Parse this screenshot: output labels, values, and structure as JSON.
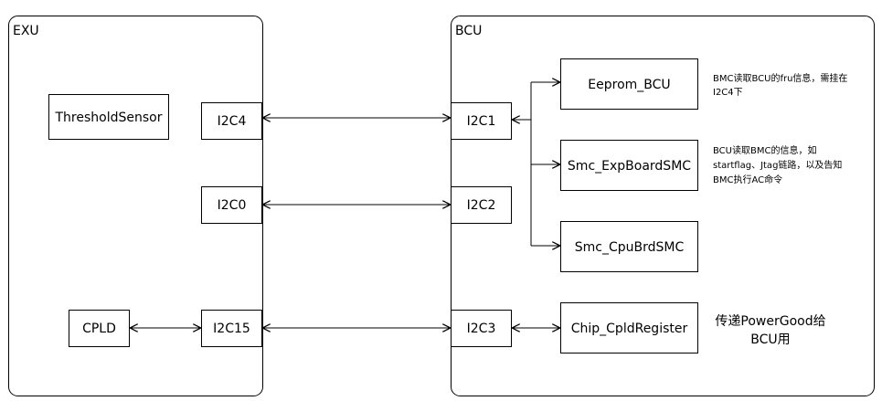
{
  "containers": {
    "exu": {
      "label": "EXU"
    },
    "bcu": {
      "label": "BCU"
    }
  },
  "nodes": {
    "threshold_sensor": "ThresholdSensor",
    "exu_i2c4": "I2C4",
    "exu_i2c0": "I2C0",
    "exu_i2c15": "I2C15",
    "cpld": "CPLD",
    "bcu_i2c1": "I2C1",
    "bcu_i2c2": "I2C2",
    "bcu_i2c3": "I2C3",
    "eeprom_bcu": "Eeprom_BCU",
    "smc_expboard": "Smc_ExpBoardSMC",
    "smc_cpubrd": "Smc_CpuBrdSMC",
    "chip_cpld_register": "Chip_CpldRegister"
  },
  "notes": {
    "eeprom_note": [
      "BMC读取BCU的fru信息，需挂在",
      "I2C4下"
    ],
    "smc_note": [
      "BCU读取BMC的信息，如",
      "startflag、Jtag链路，以及告知",
      "BMC执行AC命令"
    ],
    "powergood_note": [
      "传递PowerGood给",
      "BCU用"
    ]
  }
}
